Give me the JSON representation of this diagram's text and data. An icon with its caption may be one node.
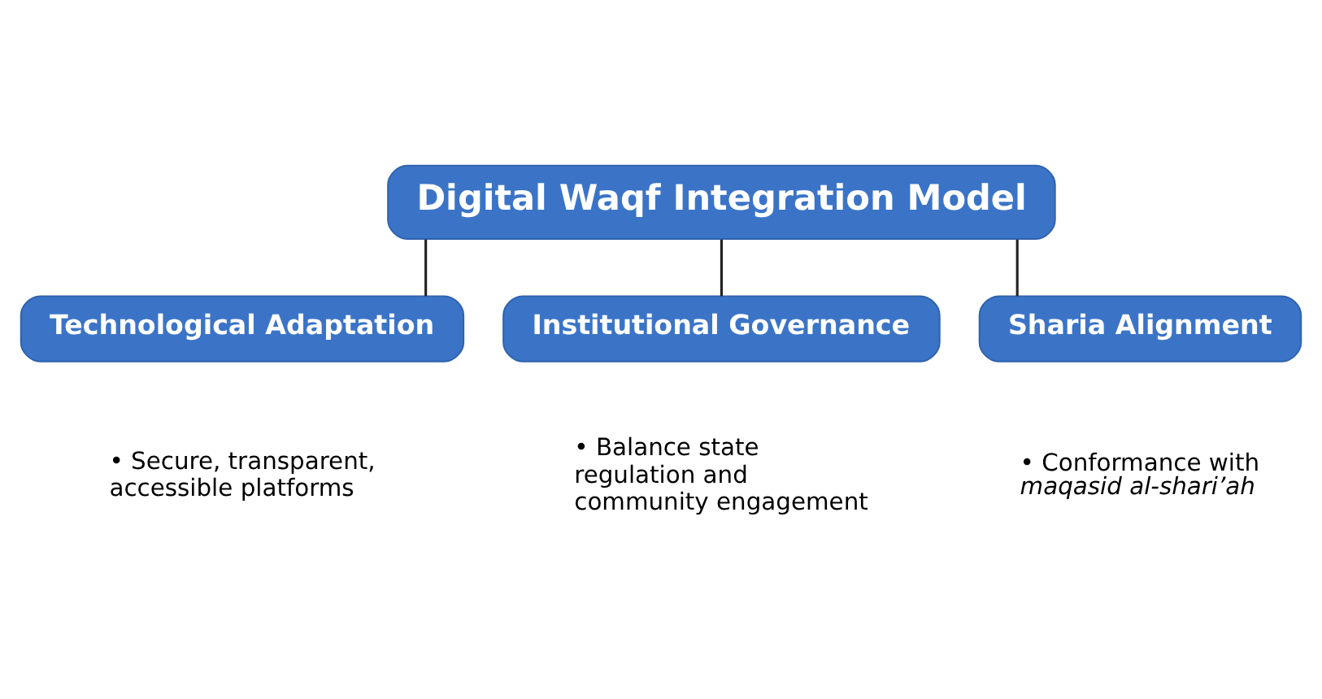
{
  "diagram": {
    "nodes": [
      {
        "text": [
          "Digital Waqf Integration Model"
        ]
      },
      {
        "text": [
          "Technological Adaptation"
        ],
        "beside": [
          "• Secure, transparent, accessible platforms"
        ]
      },
      {
        "text": [
          "Institutional Governance"
        ],
        "beside": [
          "• Balance state regulation and community engagement"
        ]
      },
      {
        "text": [
          "Sharia Alignment"
        ],
        "beside": [
          "• Conformance with *maqasid al-shari’ah*"
        ]
      }
    ],
    "edges": [
      {
        "from": 0,
        "to": 1,
        "arrow": "none"
      },
      {
        "from": 0,
        "to": 2,
        "arrow": "none"
      },
      {
        "from": 0,
        "to": 3,
        "arrow": "none"
      }
    ]
  }
}
